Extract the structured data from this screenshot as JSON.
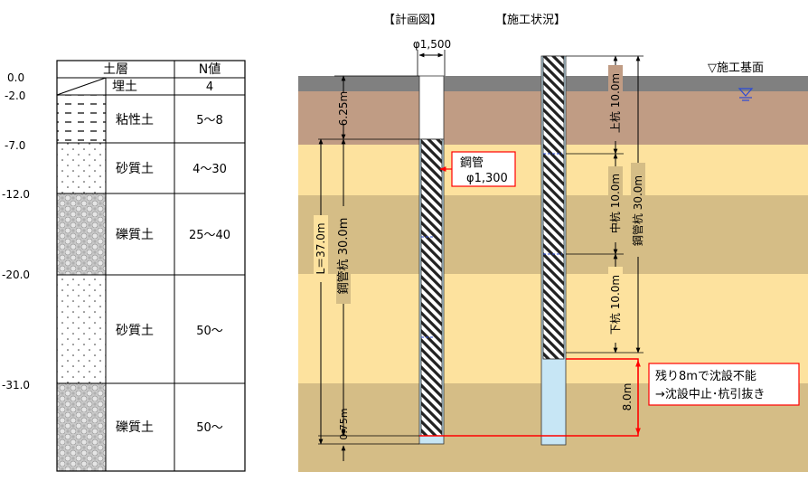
{
  "headers": {
    "plan": "【計画図】",
    "status": "【施工状況】"
  },
  "soil_table": {
    "col_layer": "土層",
    "col_n": "N値",
    "depth_labels": [
      "0.0",
      "-2.0",
      "-7.0",
      "-12.0",
      "-20.0",
      "-31.0"
    ],
    "rows": [
      {
        "soil": "埋土",
        "n": "4",
        "pattern": "fill"
      },
      {
        "soil": "粘性土",
        "n": "5～8",
        "pattern": "clay"
      },
      {
        "soil": "砂質土",
        "n": "4～30",
        "pattern": "sand"
      },
      {
        "soil": "礫質土",
        "n": "25～40",
        "pattern": "gravel"
      },
      {
        "soil": "砂質土",
        "n": "50～",
        "pattern": "sand"
      },
      {
        "soil": "礫質土",
        "n": "50～",
        "pattern": "gravel"
      }
    ]
  },
  "colors": {
    "ground_surface": "#808080",
    "fill_layer": "#c09c84",
    "sand_layer": "#fde29e",
    "gravel_layer": "#d5bd86",
    "pile_remaining": "#c7e6f5",
    "red": "#ff0000",
    "dim_blue": "#2a49d6"
  },
  "plan_pile": {
    "diameter_label": "φ1,500",
    "steel_pipe_label_line1": "鋼管",
    "steel_pipe_label_line2": "φ1,300",
    "dim_625": "6.25m",
    "dim_total": "L＝37.0m",
    "dim_steel": "鋼管杭 30.0m",
    "dim_075": "0.75m"
  },
  "status_pile": {
    "ground_base_label": "▽施工基面",
    "upper": "上杭 10.0m",
    "middle": "中杭 10.0m",
    "lower": "下杭 10.0m",
    "steel_total": "鋼管杭 30.0m",
    "remaining": "8.0m",
    "note_line1": "残り8mで沈設不能",
    "note_line2": "→沈設中止･杭引抜き"
  }
}
